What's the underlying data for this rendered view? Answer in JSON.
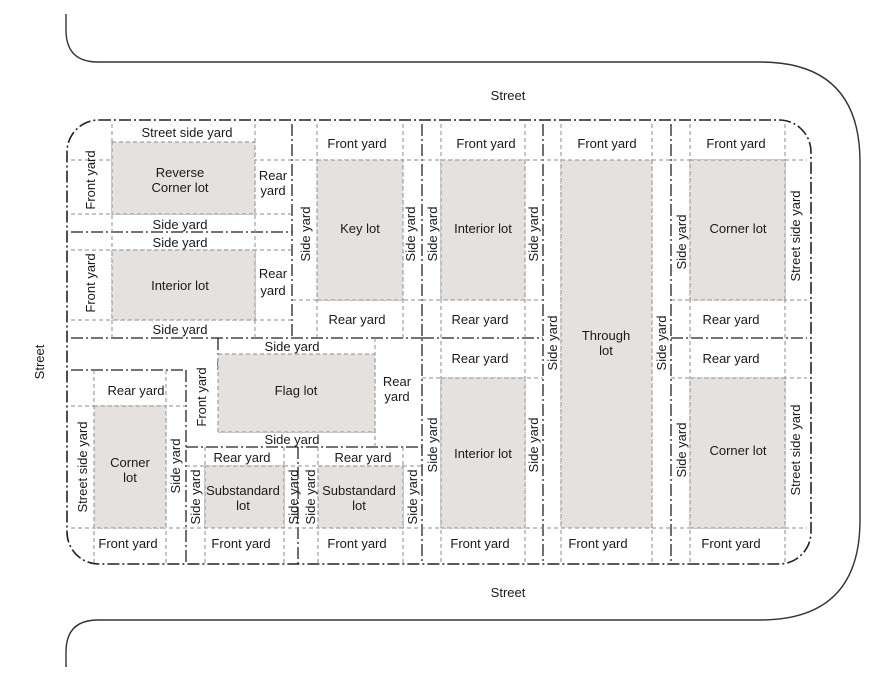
{
  "colors": {
    "buildable": "#e4e1de",
    "line": "#222222",
    "dashed": "#8c8c8c"
  },
  "streets": {
    "top": "Street",
    "bottom": "Street",
    "left": "Street"
  },
  "lots": {
    "reverse_corner": {
      "name_1": "Reverse",
      "name_2": "Corner lot",
      "front": "Front yard",
      "street_side": "Street side yard",
      "side": "Side yard",
      "rear_1": "Rear",
      "rear_2": "yard"
    },
    "interior_left": {
      "name": "Interior lot",
      "front": "Front yard",
      "side_top": "Side yard",
      "side_bottom": "Side yard",
      "rear_1": "Rear",
      "rear_2": "yard"
    },
    "key": {
      "name": "Key lot",
      "front": "Front yard",
      "side_left": "Side yard",
      "side_right": "Side yard",
      "rear": "Rear yard"
    },
    "interior_top": {
      "name": "Interior lot",
      "front": "Front yard",
      "side_left": "Side yard",
      "side_right": "Side yard",
      "rear": "Rear yard"
    },
    "through": {
      "name_1": "Through",
      "name_2": "lot",
      "front_top": "Front yard",
      "front_bottom": "Front yard",
      "side_left": "Side yard",
      "side_right": "Side yard"
    },
    "corner_top": {
      "name": "Corner lot",
      "front": "Front yard",
      "side": "Side yard",
      "street_side": "Street side yard",
      "rear": "Rear yard"
    },
    "flag": {
      "name": "Flag lot",
      "side_top": "Side yard",
      "side_bottom": "Side yard",
      "front": "Front yard",
      "rear_1": "Rear",
      "rear_2": "yard"
    },
    "corner_bottom_left": {
      "name_1": "Corner",
      "name_2": "lot",
      "rear": "Rear yard",
      "street_side": "Street side yard",
      "side": "Side yard",
      "front": "Front yard"
    },
    "substandard_1": {
      "name_1": "Substandard",
      "name_2": "lot",
      "rear": "Rear yard",
      "side_left": "Side yard",
      "side_right": "Side yard",
      "front": "Front yard"
    },
    "substandard_2": {
      "name_1": "Substandard",
      "name_2": "lot",
      "rear": "Rear yard",
      "side_left": "Side yard",
      "side_right": "Side yard",
      "front": "Front yard"
    },
    "interior_bottom": {
      "name": "Interior lot",
      "rear": "Rear yard",
      "side_left": "Side yard",
      "side_right": "Side yard",
      "front": "Front yard"
    },
    "corner_bottom_right": {
      "name": "Corner lot",
      "rear": "Rear yard",
      "side": "Side yard",
      "street_side": "Street side yard",
      "front": "Front yard"
    }
  }
}
